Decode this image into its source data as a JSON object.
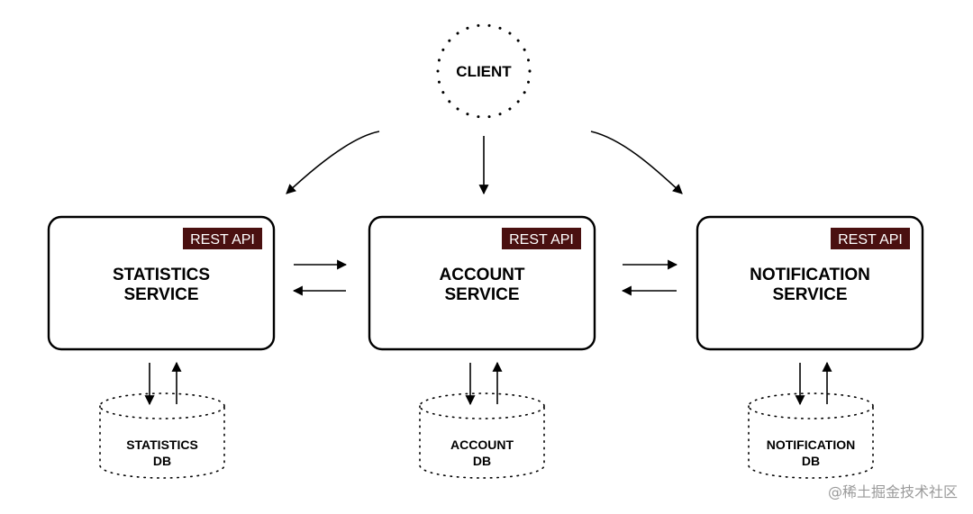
{
  "client": {
    "label": "CLIENT"
  },
  "services": [
    {
      "badge": "REST API",
      "line1": "STATISTICS",
      "line2": "SERVICE",
      "db_line1": "STATISTICS",
      "db_line2": "DB"
    },
    {
      "badge": "REST API",
      "line1": "ACCOUNT",
      "line2": "SERVICE",
      "db_line1": "ACCOUNT",
      "db_line2": "DB"
    },
    {
      "badge": "REST API",
      "line1": "NOTIFICATION",
      "line2": "SERVICE",
      "db_line1": "NOTIFICATION",
      "db_line2": "DB"
    }
  ],
  "watermark": "@稀土掘金技术社区",
  "colors": {
    "badge_bg": "#4a1010",
    "badge_text": "#ffffff",
    "stroke": "#000000",
    "watermark": "#9a9a9a"
  }
}
